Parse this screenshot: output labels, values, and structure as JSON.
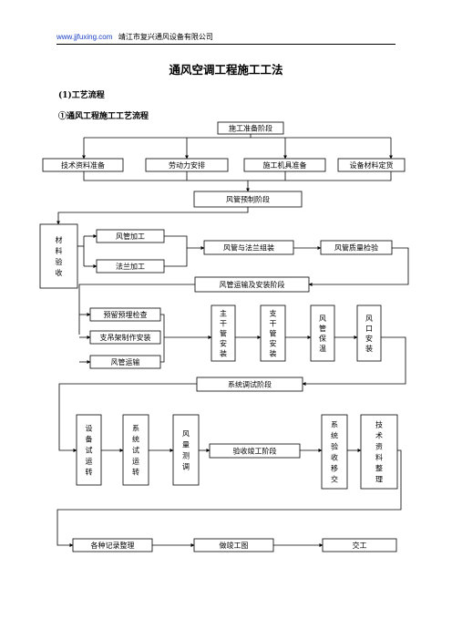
{
  "header": {
    "url": "www.jjfuxing.com",
    "company": "靖江市复兴通风设备有限公司"
  },
  "title": "通风空调工程施工工法",
  "section1": "(1)工艺流程",
  "section2": "①通风工程施工工艺流程",
  "flow": {
    "prep_stage": "施工准备阶段",
    "prep_items": [
      "技术资料准备",
      "劳动力安排",
      "施工机具准备",
      "设备材料定货"
    ],
    "prefab_stage": "风管预制阶段",
    "material_check": [
      "材",
      "料",
      "验",
      "收"
    ],
    "duct_process": "风管加工",
    "flange_process": "法兰加工",
    "duct_flange_assembly": "风管与法兰组装",
    "duct_quality_check": "风管质量检验",
    "transport_install_stage": "风管运输及安装阶段",
    "embed_check": "预留预埋检查",
    "hanger_fabrication": "支吊架制作安装",
    "duct_transport": "风管运输",
    "main_pipe_install": [
      "主",
      "干",
      "管",
      "安",
      "装"
    ],
    "branch_pipe_install": [
      "支",
      "干",
      "管",
      "安",
      "装"
    ],
    "duct_insulation": [
      "风",
      "管",
      "保",
      "温"
    ],
    "outlet_install": [
      "风",
      "口",
      "安",
      "装"
    ],
    "commission_stage": "系统调试阶段",
    "equipment_trial": [
      "设",
      "备",
      "试",
      "运",
      "转"
    ],
    "system_trial": [
      "系",
      "统",
      "试",
      "运",
      "转"
    ],
    "air_volume_test": [
      "风",
      "量",
      "测",
      "调"
    ],
    "completion_stage": "验收竣工阶段",
    "system_handover": [
      "系",
      "统",
      "验",
      "收",
      "移",
      "交"
    ],
    "tech_docs": [
      "技",
      "术",
      "资",
      "料",
      "整",
      "理"
    ],
    "records": "各种记录整理",
    "as_built": "做竣工图",
    "handover": "交工"
  }
}
